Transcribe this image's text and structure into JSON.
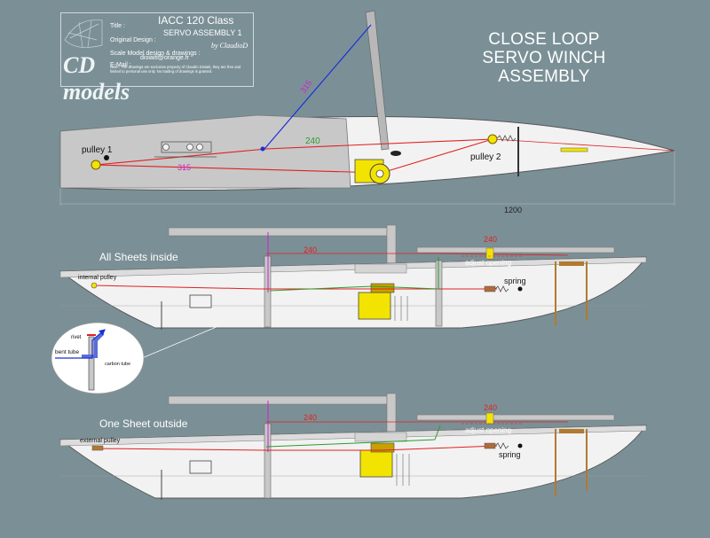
{
  "title_block": {
    "title_key": "Title :",
    "title_value": "IACC 120 Class",
    "design_key": "Original Design :",
    "design_value": "SERVO ASSEMBLY  1",
    "scale_key": "Scale Model design & drawings :",
    "author_signature": "by ClaudioD",
    "email_key": "E-Mail :",
    "email_value": "dioiaiti@orange.fr",
    "logo_text": "CD models",
    "note": "Note : The drawings are exclusive property of Claudio Dioiaiti, they are free and limited to personal use only. No trading of drawings is granted."
  },
  "main_title": [
    "CLOSE LOOP",
    "SERVO WINCH",
    "ASSEMBLY"
  ],
  "plan_view": {
    "pulley1_label": "pulley 1",
    "pulley2_label": "pulley 2",
    "dim_240": "240",
    "dim_315_a": "315",
    "dim_315_b": "315",
    "length_label": "1200"
  },
  "side_view_1": {
    "caption": "All  Sheets inside",
    "internal_pulley": "internal pulley",
    "dim_240_a": "240",
    "dim_240_b": "240",
    "adjust_label": "adjust opening",
    "spring_label": "spring"
  },
  "detail": {
    "rivet": "rivet",
    "bent_tube": "bent tube",
    "carbon_tube": "carbon tube"
  },
  "side_view_2": {
    "caption": "One  Sheet outside",
    "external_pulley": "external pulley",
    "dim_240_a": "240",
    "dim_240_b": "240",
    "adjust_label": "adjust opening",
    "spring_label": "spring"
  },
  "colors": {
    "background": "#7b9096",
    "hull": "#f2f2f2",
    "deck": "#c8c8c8",
    "red_line": "#e02020",
    "blue_line": "#1a2fd8",
    "green_dim": "#2e9b2e",
    "magenta_dim": "#d020d0",
    "servo_yellow": "#f2e400"
  }
}
